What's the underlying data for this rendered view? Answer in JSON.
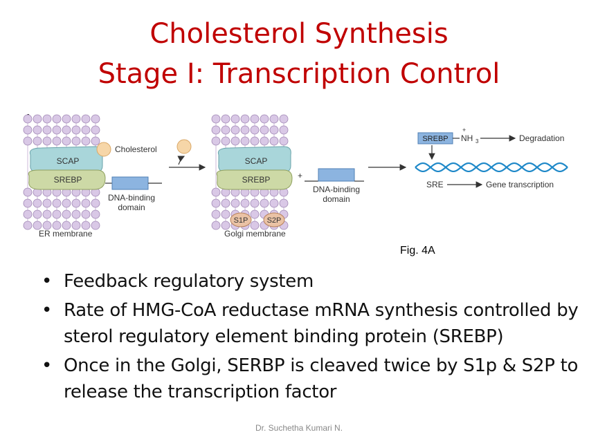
{
  "title": {
    "line1": "Cholesterol Synthesis",
    "line2": "Stage I: Transcription Control"
  },
  "figure": {
    "panel_label": "A",
    "scap": "SCAP",
    "srebp": "SREBP",
    "cholesterol": "Cholesterol",
    "dna_binding_domain_1": "DNA-binding",
    "dna_binding_domain_2": "domain",
    "er_membrane": "ER membrane",
    "golgi_membrane": "Golgi membrane",
    "s1p": "S1P",
    "s2p": "S2P",
    "plus": "+",
    "srebp_nh3": "SREBP",
    "nh3": "NH",
    "nh3_sub": "3",
    "nh3_charge": "+",
    "degradation": "Degradation",
    "sre": "SRE",
    "gene_transcription": "Gene transcription",
    "colors": {
      "scap_fill": "#a9d6da",
      "srebp_fill": "#cdd9a6",
      "dna_box": "#8cb4e0",
      "lipid_head": "#d9c8e6",
      "cholesterol": "#f6d6a8",
      "dna_helix": "#1e88c8"
    }
  },
  "figure_caption": "Fig. 4A",
  "bullets": [
    "Feedback regulatory system",
    "Rate of HMG-CoA reductase mRNA synthesis controlled by sterol regulatory element binding protein (SREBP)",
    "Once in the Golgi, SERBP is cleaved twice by S1p & S2P to release the transcription factor"
  ],
  "footer": "Dr. Suchetha Kumari N."
}
